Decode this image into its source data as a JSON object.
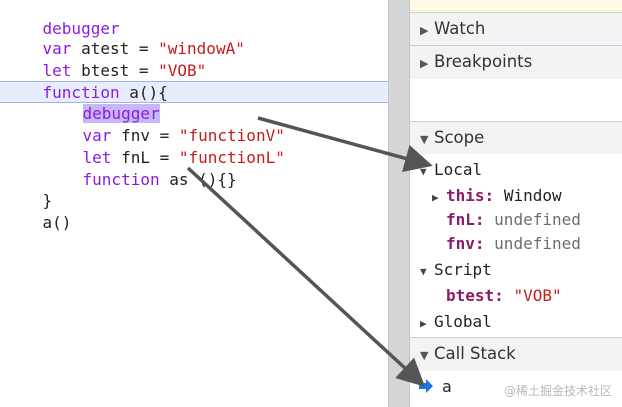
{
  "editor": {
    "lines": {
      "l0": {
        "kw": "debugger"
      },
      "l1": {
        "kw": "var",
        "rest": " atest = ",
        "str": "\"windowA\""
      },
      "l2": {
        "kw": "let",
        "rest": " btest = ",
        "str": "\"VOB\""
      },
      "l3": {
        "kw": "function",
        "rest": " a(){"
      },
      "l4": {
        "kw": "debugger"
      },
      "l5": {
        "kw": "var",
        "rest": " fnv = ",
        "str": "\"functionV\""
      },
      "l6": {
        "kw": "let",
        "rest": " fnL = ",
        "str": "\"functionL\""
      },
      "l7": {
        "kw": "function",
        "rest": " as (){}"
      },
      "l8": {
        "rest": "}"
      },
      "l9": {
        "rest": "a()"
      }
    }
  },
  "sidebar": {
    "watch": "Watch",
    "breakpoints": "Breakpoints",
    "scope": "Scope",
    "local": "Local",
    "this_key": "this:",
    "this_val": "Window",
    "fnL_key": "fnL:",
    "fnL_val": "undefined",
    "fnv_key": "fnv:",
    "fnv_val": "undefined",
    "script": "Script",
    "btest_key": "btest:",
    "btest_val": "\"VOB\"",
    "global": "Global",
    "callstack": "Call Stack",
    "frame": "a"
  },
  "watermark": "@稀土掘金技术社区",
  "colors": {
    "keyword": "#8a1ce0",
    "string": "#c31d1d",
    "pause_highlight": "#e8edfd",
    "selection": "#c7b7f6",
    "property": "#8b1a6a",
    "arrow": "#555555",
    "frame_arrow": "#1a73e8"
  }
}
